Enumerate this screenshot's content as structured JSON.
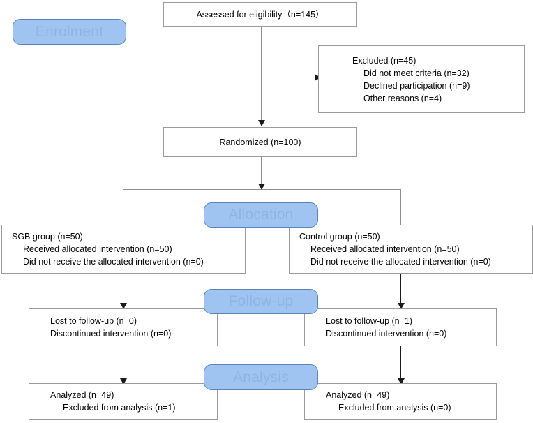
{
  "diagram": {
    "title": "CONSORT participant flow diagram",
    "colors": {
      "pill_fill": "#9fc4f2",
      "pill_border": "#5a83b5",
      "pill_text": "#8fb4e3",
      "box_border": "#9a9a9a",
      "connector": "#8e8e8e",
      "arrow": "#1a1a1a",
      "background": "#ffffff"
    }
  },
  "phases": {
    "enrolment": "Enrolment",
    "allocation": "Allocation",
    "followup": "Follow-up",
    "analysis": "Analysis"
  },
  "boxes": {
    "assessed": {
      "text": "Assessed for eligibility（n=145）"
    },
    "excluded": {
      "line1": "Excluded (n=45)",
      "line2": "Did not meet criteria (n=32)",
      "line3": "Declined participation (n=9)",
      "line4": "Other reasons (n=4)"
    },
    "randomized": {
      "text": "Randomized (n=100)"
    },
    "allocation_left": {
      "line1": "SGB group (n=50)",
      "line2": "Received allocated intervention (n=50)",
      "line3": "Did not receive the allocated intervention (n=0)"
    },
    "allocation_right": {
      "line1": "Control group (n=50)",
      "line2": "Received allocated intervention (n=50)",
      "line3": "Did not receive the allocated intervention (n=0)"
    },
    "followup_left": {
      "line1": "Lost to follow-up (n=0)",
      "line2": "Discontinued intervention (n=0)"
    },
    "followup_right": {
      "line1": "Lost to follow-up (n=1)",
      "line2": "Discontinued intervention (n=0)"
    },
    "analysis_left": {
      "line1": "Analyzed (n=49)",
      "line2": "Excluded from analysis (n=1)"
    },
    "analysis_right": {
      "line1": "Analyzed (n=49)",
      "line2": "Excluded from analysis (n=0)"
    }
  }
}
